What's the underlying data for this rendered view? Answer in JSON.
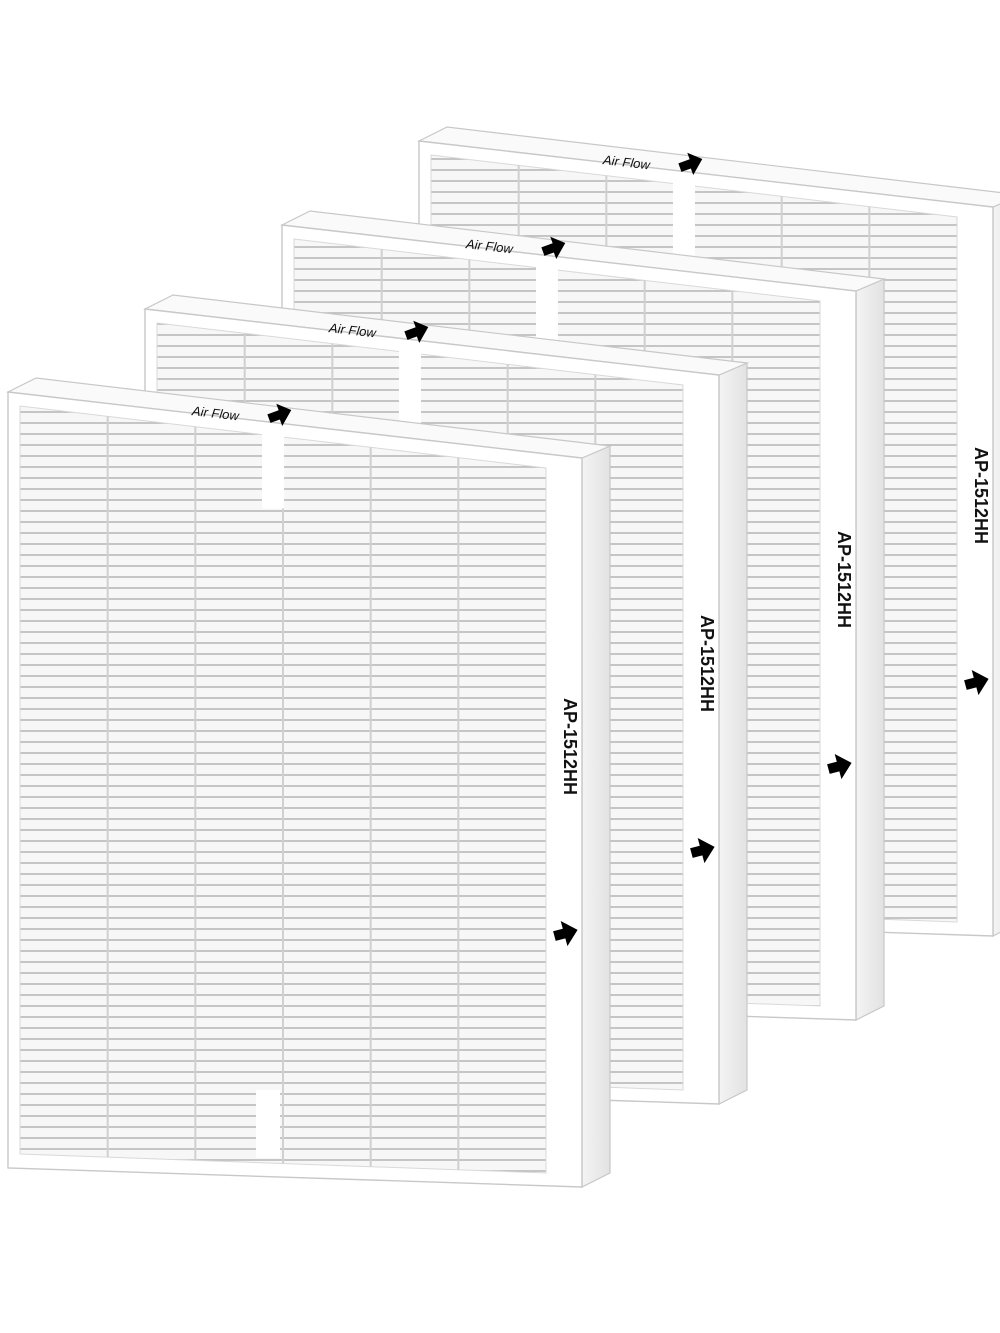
{
  "product": {
    "filter_count": 4,
    "airflow_label": "Air Flow",
    "model_label": "AP-1512HH"
  },
  "filters": [
    {
      "airflow_label": "Air Flow",
      "model_label": "AP-1512HH"
    },
    {
      "airflow_label": "Air Flow",
      "model_label": "AP-1512HH"
    },
    {
      "airflow_label": "Air Flow",
      "model_label": "AP-1512HH"
    },
    {
      "airflow_label": "Air Flow",
      "model_label": "AP-1512HH"
    }
  ],
  "colors": {
    "frame_face": "#ffffff",
    "frame_side": "#e9e9e9",
    "frame_edge": "#c8c8c8",
    "media": "#f7f7f7",
    "pleat_line": "#b9b9b9",
    "divider": "#d0d0d0",
    "text": "#111111",
    "arrow": "#000000"
  }
}
